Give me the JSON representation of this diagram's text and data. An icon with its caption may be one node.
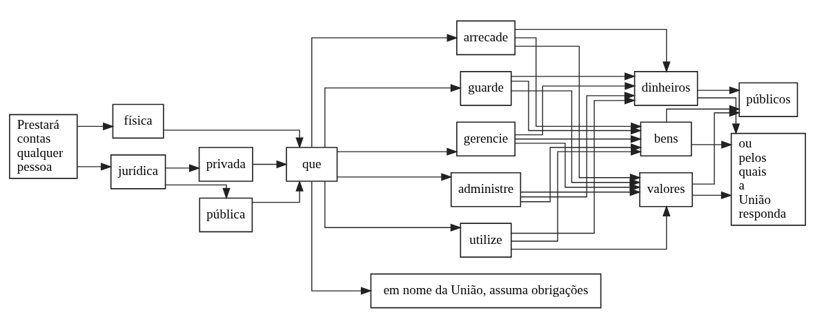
{
  "diagram": {
    "nodes": [
      {
        "text": [
          "Prestará contas qualquer pessoa"
        ]
      },
      {
        "text": [
          "física"
        ]
      },
      {
        "text": [
          "jurídica"
        ]
      },
      {
        "text": [
          "pública"
        ]
      },
      {
        "text": [
          "privada"
        ]
      },
      {
        "text": [
          "que"
        ]
      },
      {
        "text": [
          "utilize"
        ]
      },
      {
        "text": [
          "arrecade"
        ]
      },
      {
        "text": [
          "guarde"
        ]
      },
      {
        "text": [
          "gerencie"
        ]
      },
      {
        "text": [
          "administre"
        ]
      },
      {
        "text": [
          "em nome da União, assuma obrigações"
        ]
      },
      {
        "text": [
          "dinheiros"
        ]
      },
      {
        "text": [
          "bens"
        ]
      },
      {
        "text": [
          "valores"
        ]
      },
      {
        "text": [
          "públicos"
        ]
      },
      {
        "text": [
          "ou pelos quais a União responda"
        ]
      }
    ],
    "edges": [
      {
        "from": 0,
        "to": 1,
        "arrow": "to"
      },
      {
        "from": 0,
        "to": 2,
        "arrow": "to"
      },
      {
        "from": 2,
        "to": 3,
        "arrow": "to"
      },
      {
        "from": 2,
        "to": 4,
        "arrow": "to"
      },
      {
        "from": 1,
        "to": 5,
        "arrow": "to"
      },
      {
        "from": 3,
        "to": 5,
        "arrow": "to"
      },
      {
        "from": 4,
        "to": 5,
        "arrow": "to"
      },
      {
        "from": 5,
        "to": 6,
        "arrow": "to"
      },
      {
        "from": 5,
        "to": 7,
        "arrow": "to"
      },
      {
        "from": 5,
        "to": 8,
        "arrow": "to"
      },
      {
        "from": 5,
        "to": 9,
        "arrow": "to"
      },
      {
        "from": 5,
        "to": 10,
        "arrow": "to"
      },
      {
        "from": 5,
        "to": 11,
        "arrow": "to"
      },
      {
        "from": 6,
        "to": 12,
        "arrow": "to"
      },
      {
        "from": 6,
        "to": 13,
        "arrow": "to"
      },
      {
        "from": 6,
        "to": 14,
        "arrow": "to"
      },
      {
        "from": 7,
        "to": 12,
        "arrow": "to"
      },
      {
        "from": 7,
        "to": 13,
        "arrow": "to"
      },
      {
        "from": 7,
        "to": 14,
        "arrow": "to"
      },
      {
        "from": 8,
        "to": 12,
        "arrow": "to"
      },
      {
        "from": 8,
        "to": 13,
        "arrow": "to"
      },
      {
        "from": 8,
        "to": 14,
        "arrow": "to"
      },
      {
        "from": 9,
        "to": 12,
        "arrow": "to"
      },
      {
        "from": 9,
        "to": 13,
        "arrow": "to"
      },
      {
        "from": 9,
        "to": 14,
        "arrow": "to"
      },
      {
        "from": 10,
        "to": 12,
        "arrow": "to"
      },
      {
        "from": 10,
        "to": 13,
        "arrow": "to"
      },
      {
        "from": 10,
        "to": 14,
        "arrow": "to"
      },
      {
        "from": 12,
        "to": 15,
        "arrow": "to"
      },
      {
        "from": 12,
        "to": 16,
        "arrow": "to"
      },
      {
        "from": 13,
        "to": 15,
        "arrow": "to"
      },
      {
        "from": 13,
        "to": 16,
        "arrow": "to"
      },
      {
        "from": 14,
        "to": 15,
        "arrow": "to"
      },
      {
        "from": 14,
        "to": 16,
        "arrow": "to"
      }
    ]
  }
}
